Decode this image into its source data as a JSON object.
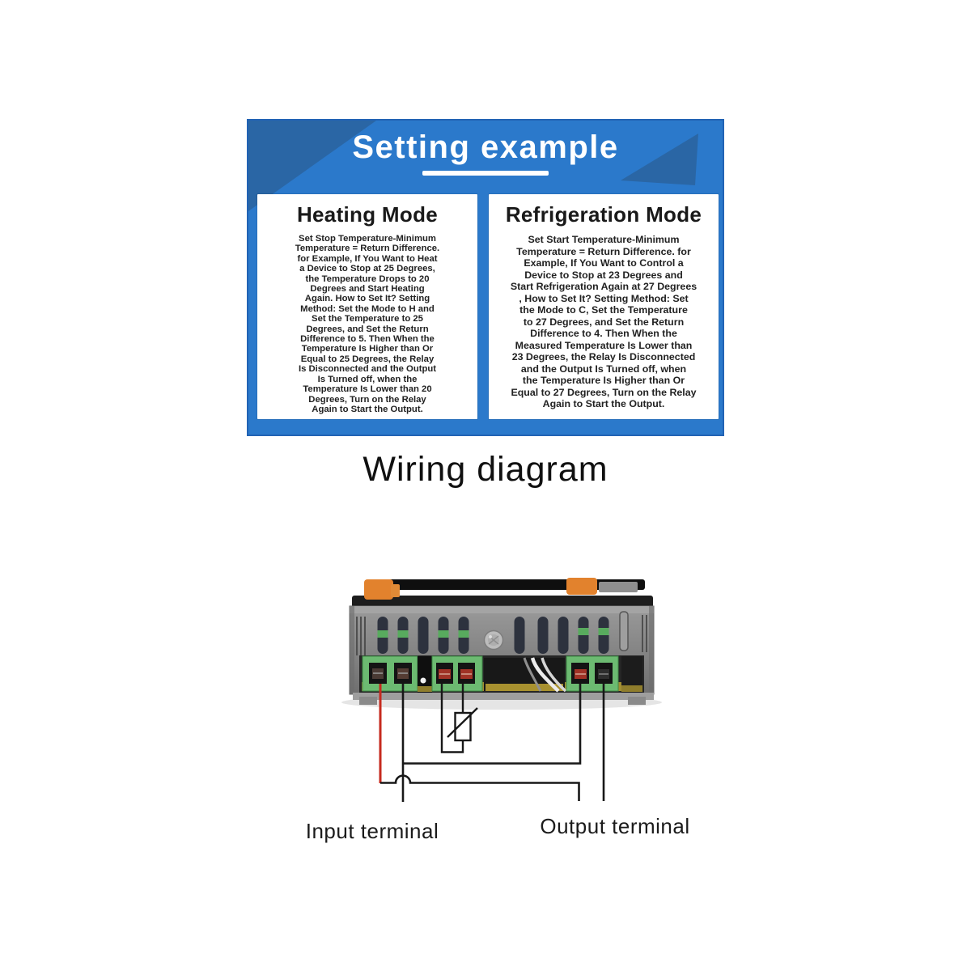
{
  "header": {
    "title": "Setting example"
  },
  "cards": {
    "heating": {
      "heading": "Heating Mode",
      "body": "Set Stop Temperature-Minimum\nTemperature = Return Difference.\nfor Example, If You Want to Heat\na Device to Stop at 25 Degrees,\nthe Temperature Drops to 20\nDegrees and Start Heating\nAgain. How to Set It? Setting\nMethod: Set the Mode to H and\nSet the Temperature to 25\nDegrees, and Set the Return\nDifference to 5. Then When the\nTemperature Is Higher than Or\nEqual to 25 Degrees, the Relay\nIs Disconnected and the Output\nIs Turned off, when the\nTemperature Is Lower than 20\nDegrees, Turn on the Relay\nAgain to Start the Output."
    },
    "refrigeration": {
      "heading": "Refrigeration Mode",
      "body": "Set Start Temperature-Minimum\nTemperature = Return Difference. for\nExample, If You Want to Control a\nDevice to Stop at 23 Degrees and\nStart Refrigeration Again at 27 Degrees\n, How to Set It? Setting Method: Set\nthe Mode to C, Set the Temperature\nto 27 Degrees, and Set the Return\nDifference to 4. Then When the\nMeasured Temperature Is Lower than\n23 Degrees, the Relay Is Disconnected\nand the Output Is Turned off, when\nthe Temperature Is Higher than Or\nEqual to 27 Degrees, Turn on the Relay\nAgain to Start the Output."
    }
  },
  "wiring": {
    "title": "Wiring diagram",
    "input_label": "Input terminal",
    "output_label": "Output terminal"
  },
  "colors": {
    "panel_blue": "#2b79cb",
    "panel_accent_dark_blue": "#2a66a5",
    "card_background": "#ffffff",
    "panel_title_text": "#ffffff",
    "body_text": "#222222",
    "wire_live_red": "#c62a1e",
    "wire_black": "#181818",
    "terminal_block_green": "#6cba71",
    "cable_cap_orange": "#e2822d",
    "device_body_gray": "#8a8a8a"
  }
}
